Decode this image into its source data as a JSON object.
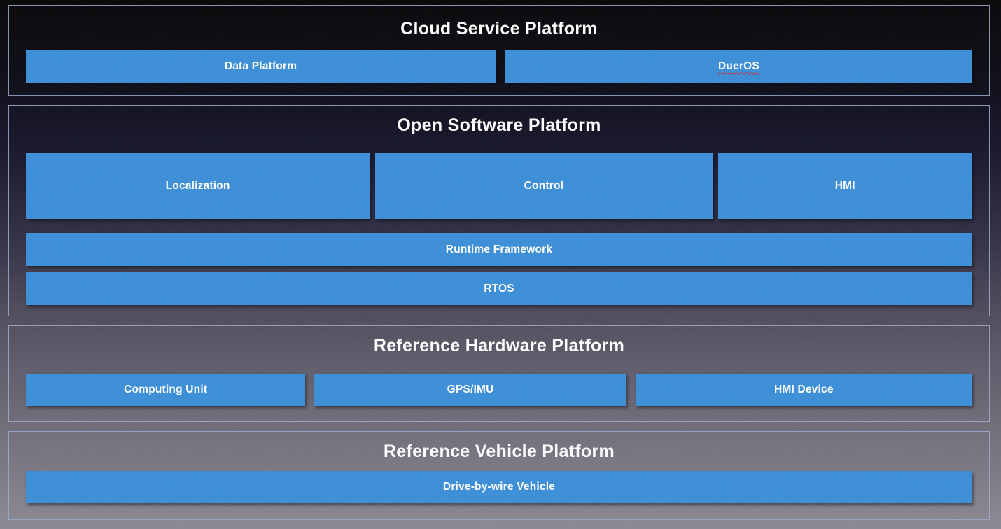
{
  "colors": {
    "box_blue": "#3a8ed8",
    "section_border": "#9eadcd",
    "title_text": "#ffffff",
    "box_text": "#ffffff",
    "spellcheck_underline_red": "#e02020",
    "background_top": "#050507",
    "background_bottom": "#8b8892"
  },
  "diagram": {
    "sections": [
      {
        "title": "Cloud Service Platform",
        "boxes": [
          {
            "label": "Data Platform"
          },
          {
            "label": "DuerOS",
            "spellcheck_squiggle": true
          }
        ]
      },
      {
        "title": "Open Software Platform",
        "boxes_row1": [
          {
            "label": "Localization"
          },
          {
            "label": "Control"
          },
          {
            "label": "HMI"
          }
        ],
        "boxes_row2": [
          {
            "label": "Runtime Framework"
          }
        ],
        "boxes_row3": [
          {
            "label": "RTOS"
          }
        ]
      },
      {
        "title": "Reference Hardware Platform",
        "boxes": [
          {
            "label": "Computing Unit"
          },
          {
            "label": "GPS/IMU"
          },
          {
            "label": "HMI Device"
          }
        ]
      },
      {
        "title": "Reference Vehicle Platform",
        "boxes": [
          {
            "label": "Drive-by-wire Vehicle"
          }
        ]
      }
    ]
  }
}
